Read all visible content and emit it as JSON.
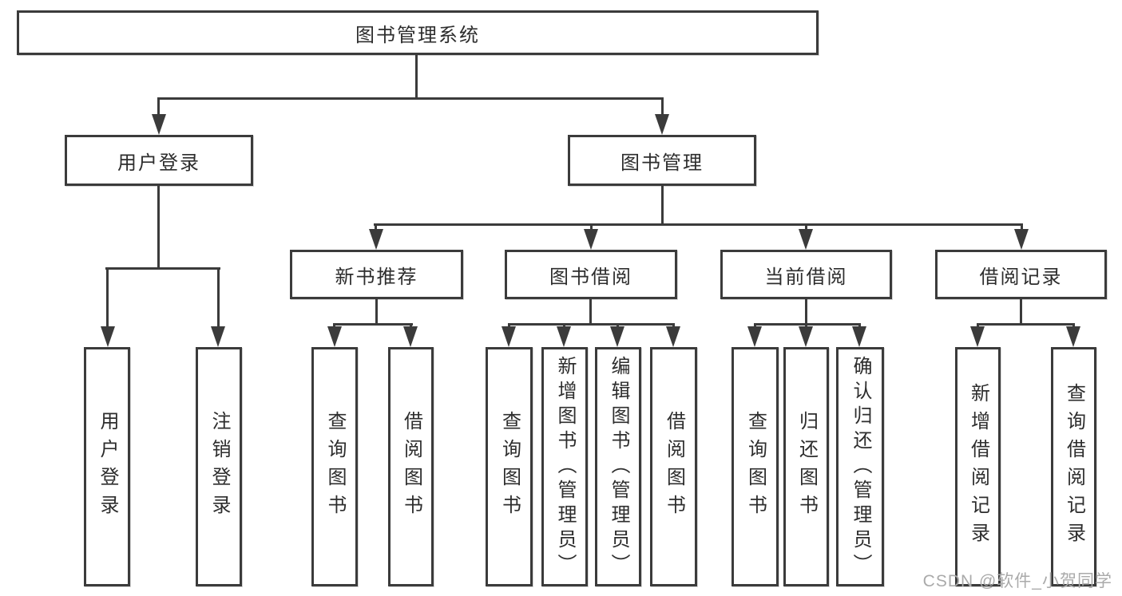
{
  "tree": {
    "label": "图书管理系统",
    "children": [
      {
        "label": "用户登录",
        "children": [
          {
            "label": "用户登录"
          },
          {
            "label": "注销登录"
          }
        ]
      },
      {
        "label": "图书管理",
        "children": [
          {
            "label": "新书推荐",
            "children": [
              {
                "label": "查询图书"
              },
              {
                "label": "借阅图书"
              }
            ]
          },
          {
            "label": "图书借阅",
            "children": [
              {
                "label": "查询图书"
              },
              {
                "label": "新增图书（管理员）"
              },
              {
                "label": "编辑图书（管理员）"
              },
              {
                "label": "借阅图书"
              }
            ]
          },
          {
            "label": "当前借阅",
            "children": [
              {
                "label": "查询图书"
              },
              {
                "label": "归还图书"
              },
              {
                "label": "确认归还（管理员）"
              }
            ]
          },
          {
            "label": "借阅记录",
            "children": [
              {
                "label": "新增借阅记录"
              },
              {
                "label": "查询借阅记录"
              }
            ]
          }
        ]
      }
    ]
  },
  "watermark": "CSDN @软件_小贺同学",
  "colors": {
    "line": "#3b3b3b",
    "text": "#2d2d2d",
    "box_background": "#ffffff",
    "watermark": "#aaaaaa",
    "page_background": "#ffffff"
  }
}
